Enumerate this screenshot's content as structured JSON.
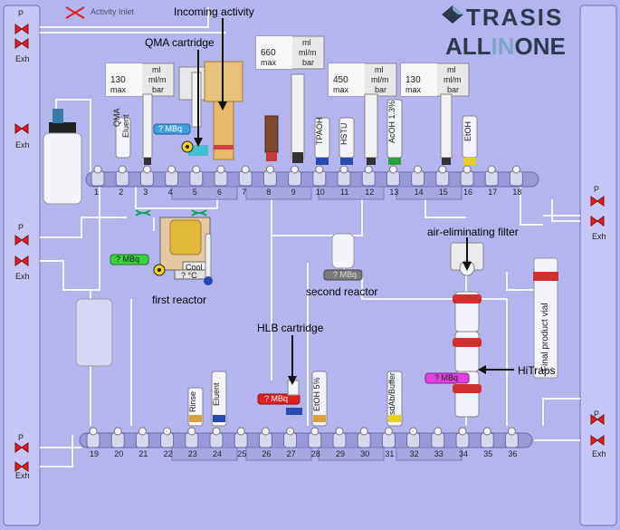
{
  "app": {
    "brand_top": "TRASIS",
    "brand_bottom_1": "ALL",
    "brand_bottom_2": "IN",
    "brand_bottom_3": "ONE"
  },
  "colors": {
    "background": "#b4b4ee",
    "panel": "#c4c4f4",
    "brand_dark": "#2b3a4d",
    "brand_accent": "#7fa6c9"
  },
  "annotations": {
    "activity_inlet": "Activity Inlet",
    "incoming_activity": "Incoming activity",
    "qma_cartridge": "QMA cartridge",
    "first_reactor": "first reactor",
    "second_reactor": "second reactor",
    "hlb_cartridge": "HLB cartridge",
    "air_filter": "air-eliminating filter",
    "hitraps": "HiTraps"
  },
  "side": {
    "p": "P",
    "exh": "Exh"
  },
  "syringe_displays": [
    {
      "value": "130",
      "max": "max",
      "u1": "ml",
      "u2": "ml/m",
      "u3": "bar"
    },
    {
      "value": "660",
      "max": "max",
      "u1": "ml",
      "u2": "ml/m",
      "u3": "bar"
    },
    {
      "value": "450",
      "max": "max",
      "u1": "ml",
      "u2": "ml/m",
      "u3": "bar"
    },
    {
      "value": "130",
      "max": "max",
      "u1": "ml",
      "u2": "ml/m",
      "u3": "bar"
    }
  ],
  "mbq": {
    "qma": "? MBq",
    "reactor1": "? MBq",
    "reactor2": "? MBq",
    "hlb": "? MBq",
    "hitrap": "? MBq"
  },
  "reactor1": {
    "cool": "Cool",
    "temp": "? °C"
  },
  "vials_top": {
    "qma": "QMA",
    "eluent": "Eluent",
    "tpaoh": "TPAOH",
    "hstu": "HSTU",
    "acoh": "AcOH 1.3%",
    "etoh": "EtOH"
  },
  "vials_bottom": {
    "rinse": "Rinse",
    "eluent": "Eluent",
    "etoh": "EtOH 5%",
    "buffer": "sdAb/Buffer"
  },
  "final_vial": "Final product vial",
  "valves_top": [
    "1",
    "2",
    "3",
    "4",
    "5",
    "6",
    "7",
    "8",
    "9",
    "10",
    "11",
    "12",
    "13",
    "14",
    "15",
    "16",
    "17",
    "18"
  ],
  "valves_bottom": [
    "19",
    "20",
    "21",
    "22",
    "23",
    "24",
    "25",
    "26",
    "27",
    "28",
    "29",
    "30",
    "31",
    "32",
    "33",
    "34",
    "35",
    "36"
  ]
}
